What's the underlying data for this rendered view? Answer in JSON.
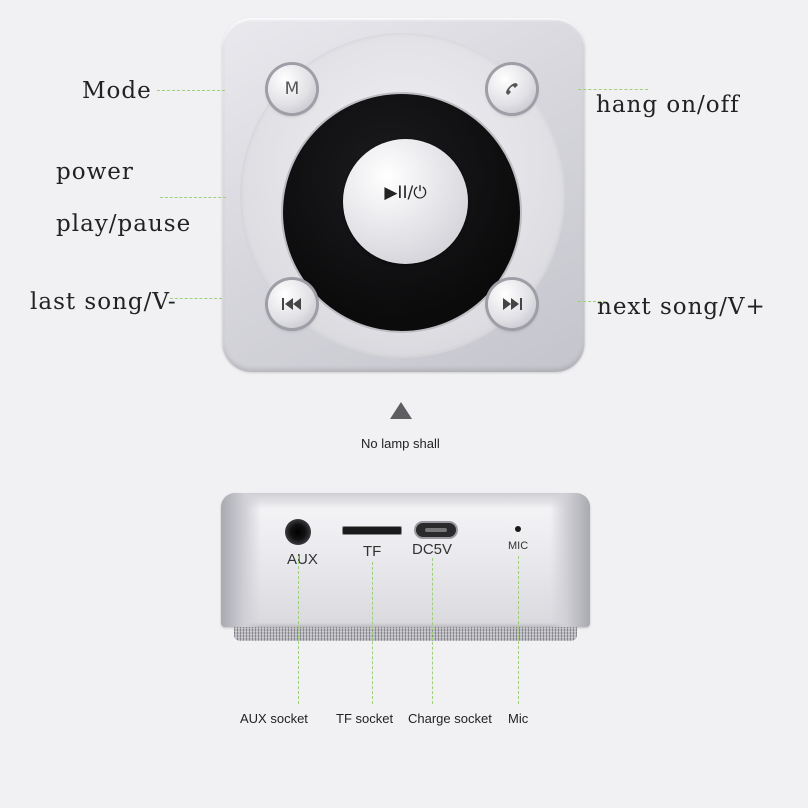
{
  "labels": {
    "mode": "Mode",
    "hang": "hang on/off",
    "power": "power",
    "play_pause": "play/pause",
    "last_song": "last song/V-",
    "next_song": "next song/V+"
  },
  "buttons": {
    "mode": "M",
    "center": "▶II/⏻"
  },
  "middle": {
    "no_lamp": "No lamp shall"
  },
  "ports": {
    "aux": "AUX",
    "tf": "TF",
    "dc": "DC5V",
    "mic": "MIC"
  },
  "bottom_labels": {
    "aux_socket": "AUX socket",
    "tf_socket": "TF socket",
    "charge_socket": "Charge socket",
    "mic": "Mic"
  },
  "colors": {
    "guide_line": "#9fcf7a",
    "background": "#f1f1f3"
  },
  "icons": [
    "phone-icon",
    "previous-track-icon",
    "next-track-icon",
    "play-pause-power-icon",
    "up-triangle-icon"
  ]
}
